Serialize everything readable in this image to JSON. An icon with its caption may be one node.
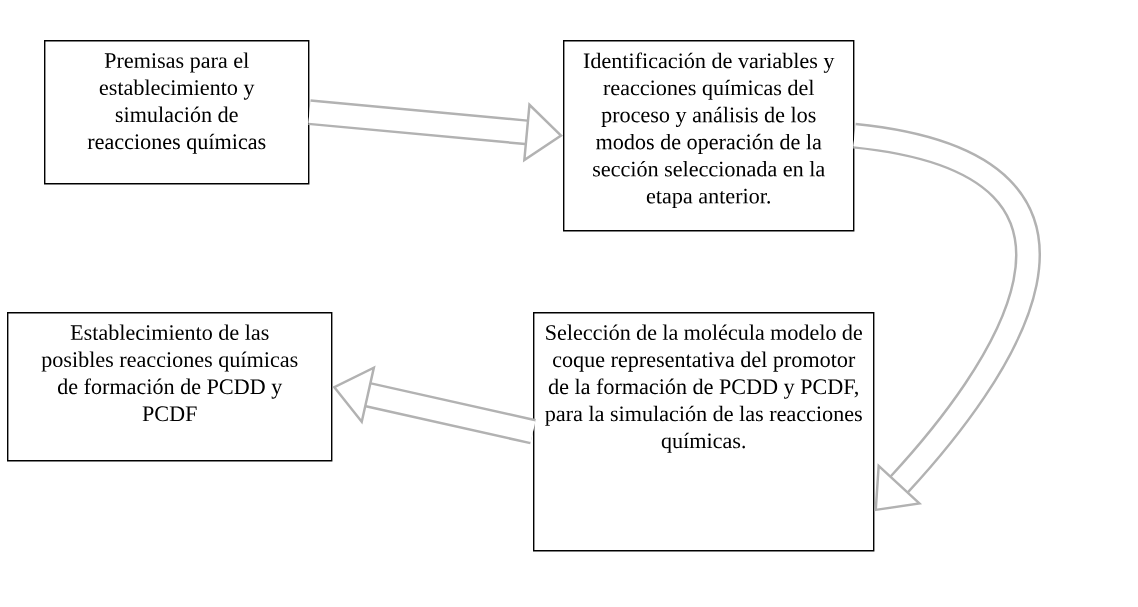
{
  "diagram": {
    "nodes": [
      {
        "text": [
          "Premisas para el establecimiento y simulación de reacciones químicas"
        ]
      },
      {
        "text": [
          "Identificación de variables y reacciones químicas del proceso y análisis de los modos de operación de la sección seleccionada en la etapa anterior."
        ]
      },
      {
        "text": [
          "Establecimiento de las posibles reacciones químicas de formación de PCDD y PCDF"
        ]
      },
      {
        "text": [
          "Selección de la molécula modelo de coque representativa del promotor de la formación de PCDD y PCDF, para la simulación de las reacciones químicas."
        ]
      }
    ],
    "edges": [
      {
        "from": 0,
        "to": 1,
        "arrow": "to"
      },
      {
        "from": 1,
        "to": 3,
        "arrow": "to"
      },
      {
        "from": 3,
        "to": 2,
        "arrow": "to"
      }
    ]
  }
}
